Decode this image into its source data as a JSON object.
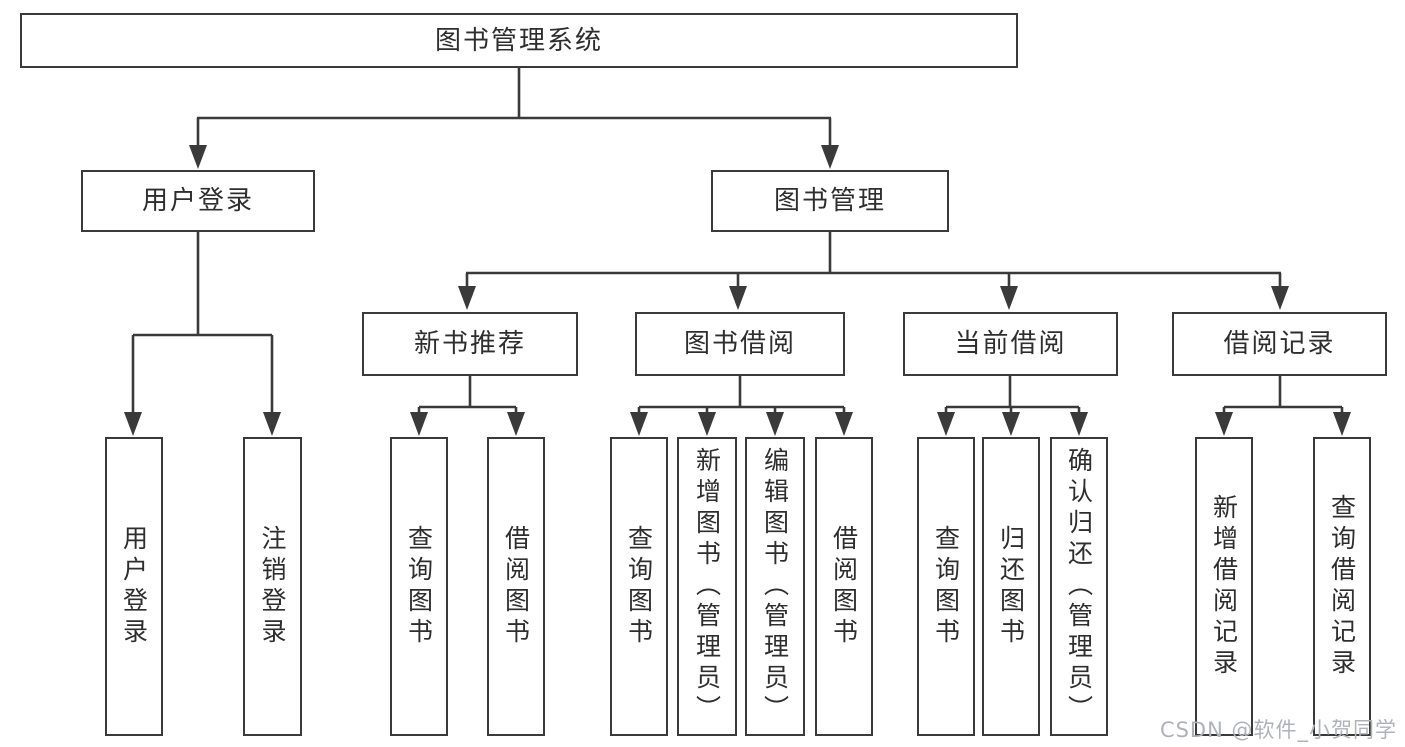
{
  "colors": {
    "background": "#ffffff",
    "line": "#3a3a3a",
    "box_border": "#3a3a3a",
    "text": "#2e2e2e",
    "watermark": "#afb3b9"
  },
  "diagram": {
    "root": {
      "label": "图书管理系统"
    },
    "level2": [
      {
        "id": "user-login",
        "label": "用户登录",
        "parent": "root"
      },
      {
        "id": "book-management",
        "label": "图书管理",
        "parent": "root"
      }
    ],
    "level3": [
      {
        "id": "new-book-recommend",
        "label": "新书推荐",
        "parent": "book-management"
      },
      {
        "id": "book-borrow",
        "label": "图书借阅",
        "parent": "book-management"
      },
      {
        "id": "current-borrow",
        "label": "当前借阅",
        "parent": "book-management"
      },
      {
        "id": "borrow-record",
        "label": "借阅记录",
        "parent": "book-management"
      }
    ],
    "leaves": [
      {
        "id": "leaf-user-login",
        "label": "用户登录",
        "parent": "user-login"
      },
      {
        "id": "leaf-logout",
        "label": "注销登录",
        "parent": "user-login"
      },
      {
        "id": "leaf-nbr-query-book",
        "label": "查询图书",
        "parent": "new-book-recommend"
      },
      {
        "id": "leaf-nbr-borrow-book",
        "label": "借阅图书",
        "parent": "new-book-recommend"
      },
      {
        "id": "leaf-bb-query-book",
        "label": "查询图书",
        "parent": "book-borrow"
      },
      {
        "id": "leaf-bb-add-book",
        "label": "新增图书（管理员）",
        "parent": "book-borrow"
      },
      {
        "id": "leaf-bb-edit-book",
        "label": "编辑图书（管理员）",
        "parent": "book-borrow"
      },
      {
        "id": "leaf-bb-borrow-book",
        "label": "借阅图书",
        "parent": "book-borrow"
      },
      {
        "id": "leaf-cb-query-book",
        "label": "查询图书",
        "parent": "current-borrow"
      },
      {
        "id": "leaf-cb-return-book",
        "label": "归还图书",
        "parent": "current-borrow"
      },
      {
        "id": "leaf-cb-confirm-return",
        "label": "确认归还（管理员）",
        "parent": "current-borrow"
      },
      {
        "id": "leaf-br-add-record",
        "label": "新增借阅记录",
        "parent": "borrow-record"
      },
      {
        "id": "leaf-br-query-record",
        "label": "查询借阅记录",
        "parent": "borrow-record"
      }
    ]
  },
  "watermark": {
    "text": "CSDN @软件_小贺同学"
  }
}
